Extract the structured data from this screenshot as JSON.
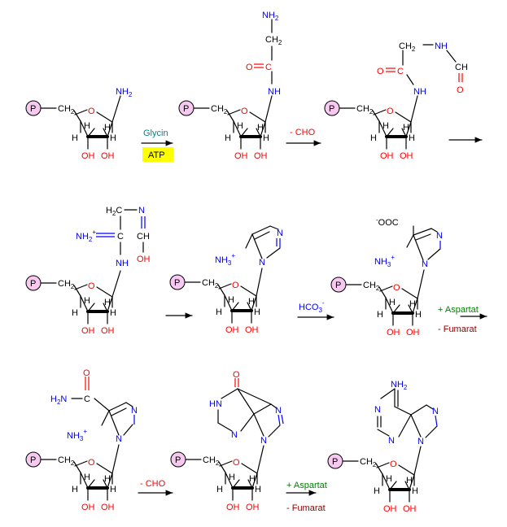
{
  "colors": {
    "phosphate_fill": "#f7c8f0",
    "atp_box": "#ffff00",
    "nitrogen": "#0000ff",
    "oxygen": "#ff0000",
    "glycin": "#00838f",
    "aspartat": "#008000",
    "fumarat": "#8b0000"
  },
  "labels": {
    "P": "P",
    "O": "O",
    "H": "H",
    "OH": "OH",
    "CH2": "CH",
    "sub2": "2",
    "NH2": "NH",
    "NH": "NH",
    "N": "N",
    "NH3": "NH",
    "sub3": "3",
    "plus": "+",
    "minus": "-",
    "H2C": "H",
    "C": "C",
    "CH": "CH",
    "CH2g": "CH",
    "glycin": "Glycin",
    "atp": "ATP",
    "cho": "- CHO",
    "hco3_main": "HCO",
    "hco3_sub": "3",
    "hco3_sup": "-",
    "aspartat": "+ Aspartat",
    "fumarat": "- Fumarat",
    "ooc": "OOC",
    "h2n": "H",
    "h2n_tail": "N",
    "hn": "HN"
  }
}
